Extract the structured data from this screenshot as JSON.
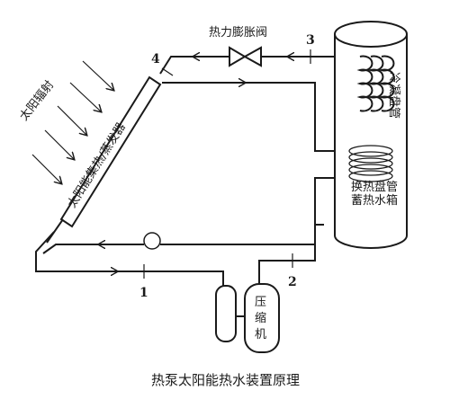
{
  "labels": {
    "solar_radiation": "太阳辐射",
    "collector": "太阳能集热/蒸发器",
    "expansion_valve": "热力膨胀阀",
    "condenser_coil": "冷凝盘管",
    "heat_exchange_coil": "换热盘管",
    "storage_tank": "蓄热水箱",
    "compressor": "压缩机"
  },
  "points": [
    "1",
    "2",
    "3",
    "4"
  ],
  "caption": "热泵太阳能热水装置原理"
}
